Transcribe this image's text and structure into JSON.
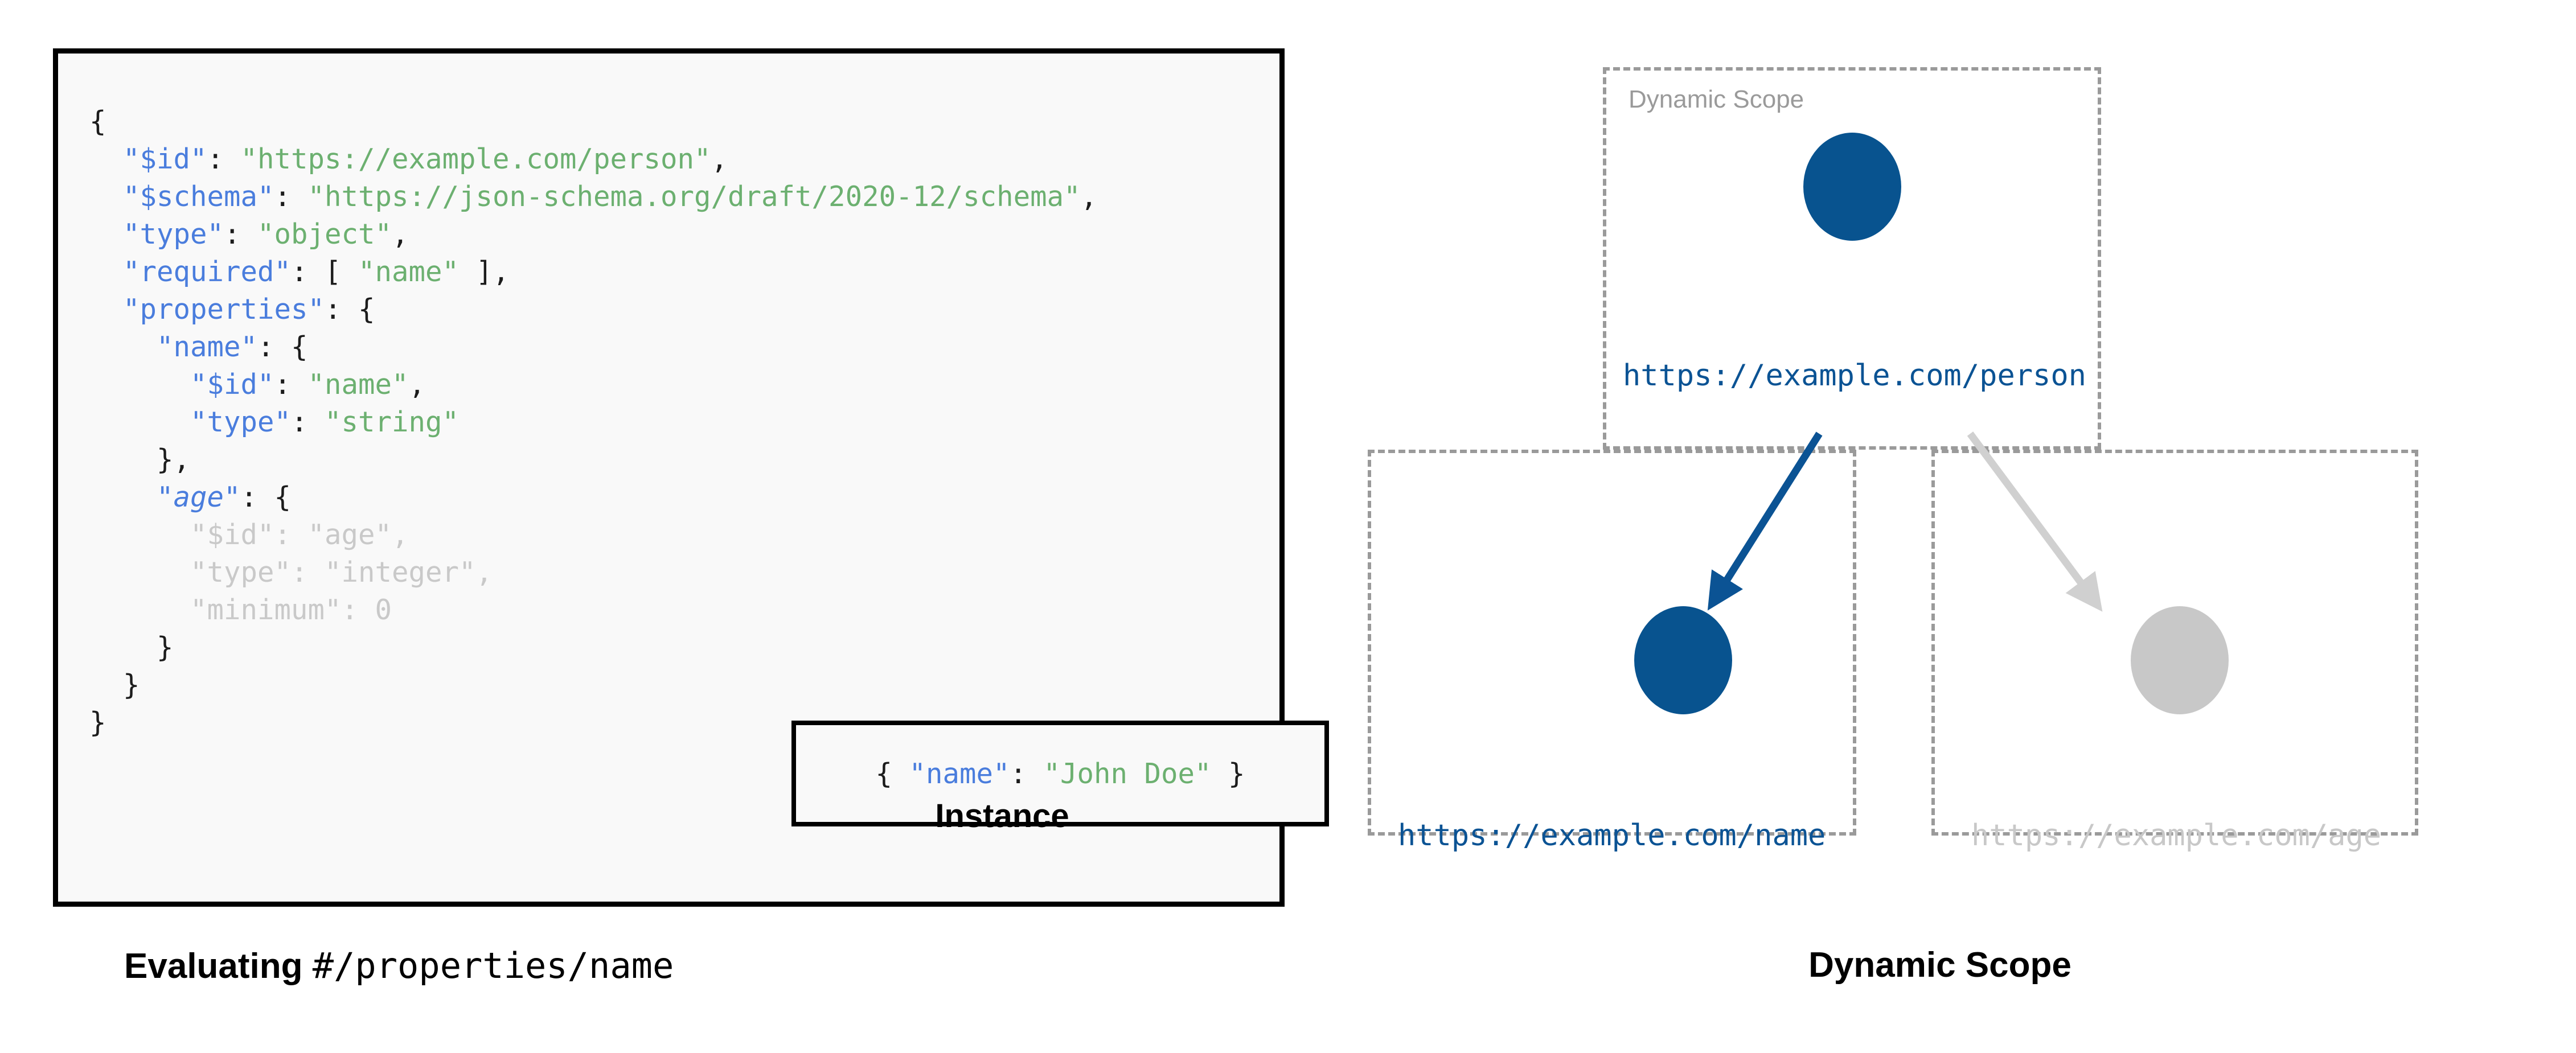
{
  "schema_panel": {
    "code_lines": [
      {
        "indent": 0,
        "tokens": [
          {
            "t": "{",
            "c": "p"
          }
        ]
      },
      {
        "indent": 1,
        "tokens": [
          {
            "t": "\"$id\"",
            "c": "k"
          },
          {
            "t": ": ",
            "c": "p"
          },
          {
            "t": "\"https://example.com/person\"",
            "c": "s"
          },
          {
            "t": ",",
            "c": "p"
          }
        ]
      },
      {
        "indent": 1,
        "tokens": [
          {
            "t": "\"$schema\"",
            "c": "k"
          },
          {
            "t": ": ",
            "c": "p"
          },
          {
            "t": "\"https://json-schema.org/draft/2020-12/schema\"",
            "c": "s"
          },
          {
            "t": ",",
            "c": "p"
          }
        ]
      },
      {
        "indent": 1,
        "tokens": [
          {
            "t": "\"type\"",
            "c": "k"
          },
          {
            "t": ": ",
            "c": "p"
          },
          {
            "t": "\"object\"",
            "c": "s"
          },
          {
            "t": ",",
            "c": "p"
          }
        ]
      },
      {
        "indent": 1,
        "tokens": [
          {
            "t": "\"required\"",
            "c": "k"
          },
          {
            "t": ": [ ",
            "c": "p"
          },
          {
            "t": "\"name\"",
            "c": "s"
          },
          {
            "t": " ],",
            "c": "p"
          }
        ]
      },
      {
        "indent": 1,
        "tokens": [
          {
            "t": "\"properties\"",
            "c": "k"
          },
          {
            "t": ": {",
            "c": "p"
          }
        ]
      },
      {
        "indent": 2,
        "tokens": [
          {
            "t": "\"name\"",
            "c": "k"
          },
          {
            "t": ": {",
            "c": "p"
          }
        ]
      },
      {
        "indent": 3,
        "tokens": [
          {
            "t": "\"$id\"",
            "c": "k"
          },
          {
            "t": ": ",
            "c": "p"
          },
          {
            "t": "\"name\"",
            "c": "s"
          },
          {
            "t": ",",
            "c": "p"
          }
        ]
      },
      {
        "indent": 3,
        "tokens": [
          {
            "t": "\"type\"",
            "c": "k"
          },
          {
            "t": ": ",
            "c": "p"
          },
          {
            "t": "\"string\"",
            "c": "s"
          }
        ]
      },
      {
        "indent": 2,
        "tokens": [
          {
            "t": "},",
            "c": "p"
          }
        ]
      },
      {
        "indent": 2,
        "tokens": [
          {
            "t": "\"age\"",
            "c": "k ital"
          },
          {
            "t": ": {",
            "c": "p"
          }
        ]
      },
      {
        "indent": 3,
        "tokens": [
          {
            "t": "\"$id\": \"age\",",
            "c": "dim"
          }
        ]
      },
      {
        "indent": 3,
        "tokens": [
          {
            "t": "\"type\": \"integer\",",
            "c": "dim"
          }
        ]
      },
      {
        "indent": 3,
        "tokens": [
          {
            "t": "\"minimum\": 0",
            "c": "dim"
          }
        ]
      },
      {
        "indent": 2,
        "tokens": [
          {
            "t": "}",
            "c": "p"
          }
        ]
      },
      {
        "indent": 1,
        "tokens": [
          {
            "t": "}",
            "c": "p"
          }
        ]
      },
      {
        "indent": 0,
        "tokens": [
          {
            "t": "}",
            "c": "p"
          }
        ]
      }
    ],
    "instance": {
      "tokens": [
        {
          "t": "{ ",
          "c": "p"
        },
        {
          "t": "\"name\"",
          "c": "k"
        },
        {
          "t": ": ",
          "c": "p"
        },
        {
          "t": "\"John Doe\"",
          "c": "s"
        },
        {
          "t": " }",
          "c": "p"
        }
      ],
      "caption": "Instance"
    },
    "caption_prefix": "Evaluating ",
    "caption_pointer": "#/properties/name"
  },
  "diagram": {
    "scope_tag": "Dynamic Scope",
    "caption": "Dynamic Scope",
    "nodes": [
      {
        "id": "person",
        "label": "https://example.com/person",
        "state": "active",
        "color": "#08538f"
      },
      {
        "id": "name",
        "label": "https://example.com/name",
        "state": "active",
        "color": "#08538f"
      },
      {
        "id": "age",
        "label": "https://example.com/age",
        "state": "inactive",
        "color": "#c8c8c8"
      }
    ],
    "edges": [
      {
        "from": "person",
        "to": "name",
        "state": "active",
        "color": "#0b5394"
      },
      {
        "from": "person",
        "to": "age",
        "state": "inactive",
        "color": "#d0d0d0"
      }
    ],
    "boxes": [
      {
        "id": "person-scope",
        "labelled": true
      },
      {
        "id": "name-scope",
        "labelled": false
      },
      {
        "id": "age-scope",
        "labelled": false
      }
    ]
  },
  "colors": {
    "json_key": "#4a7ddd",
    "json_string": "#6cb070",
    "dimmed": "#c9c9c9",
    "node_active": "#08538f",
    "node_inactive": "#c8c8c8",
    "dashed_border": "#9a9a9a",
    "panel_bg": "#f9f9f9",
    "panel_border": "#000000"
  }
}
